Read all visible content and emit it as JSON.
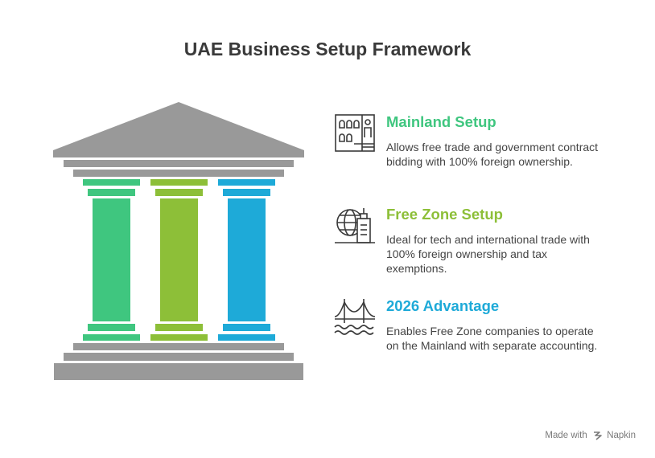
{
  "title": "UAE Business Setup Framework",
  "colors": {
    "roof": "#999999",
    "base": "#999999",
    "pillar_1": "#3fc67f",
    "pillar_2": "#8dbf38",
    "pillar_3": "#1eaad8",
    "icon_stroke": "#3a3a3a"
  },
  "items": [
    {
      "heading": "Mainland Setup",
      "description": "Allows free trade and government contract bidding with 100% foreign ownership.",
      "color": "#3fc67f",
      "icon": "building-icon"
    },
    {
      "heading": "Free Zone Setup",
      "description": "Ideal for tech and international trade with 100% foreign ownership and tax exemptions.",
      "color": "#8dbf38",
      "icon": "globe-tower-icon"
    },
    {
      "heading": "2026 Advantage",
      "description": "Enables Free Zone companies to operate on the Mainland with separate accounting.",
      "color": "#1eaad8",
      "icon": "bridge-icon"
    }
  ],
  "footer": {
    "made_with": "Made with",
    "brand": "Napkin"
  }
}
